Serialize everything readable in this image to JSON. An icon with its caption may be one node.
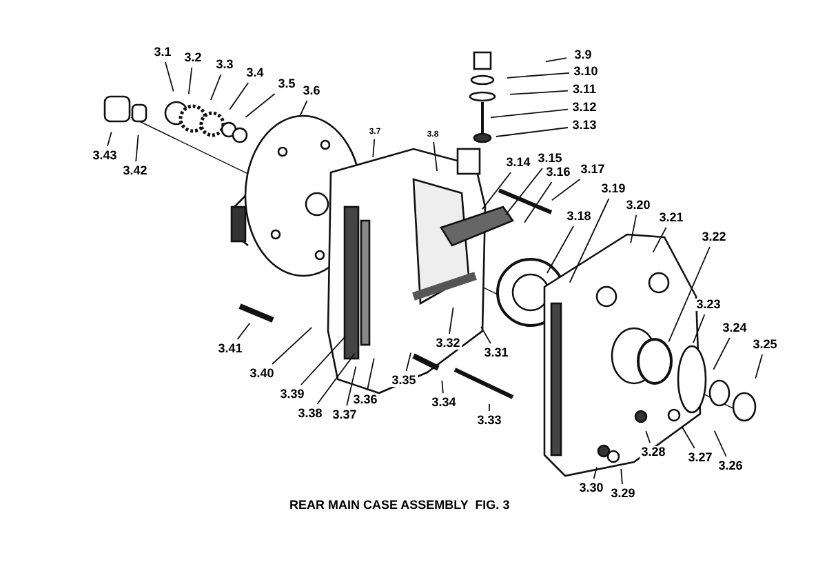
{
  "diagram": {
    "caption": "REAR MAIN CASE ASSEMBLY  FIG. 3",
    "nodes": [
      {
        "text": [
          "3.1"
        ]
      },
      {
        "text": [
          "3.2"
        ]
      },
      {
        "text": [
          "3.3"
        ]
      },
      {
        "text": [
          "3.4"
        ]
      },
      {
        "text": [
          "3.5"
        ]
      },
      {
        "text": [
          "3.6"
        ]
      },
      {
        "text": [
          "3.7"
        ]
      },
      {
        "text": [
          "3.8"
        ]
      },
      {
        "text": [
          "3.9"
        ]
      },
      {
        "text": [
          "3.10"
        ]
      },
      {
        "text": [
          "3.11"
        ]
      },
      {
        "text": [
          "3.12"
        ]
      },
      {
        "text": [
          "3.13"
        ]
      },
      {
        "text": [
          "3.14"
        ]
      },
      {
        "text": [
          "3.15"
        ]
      },
      {
        "text": [
          "3.16"
        ]
      },
      {
        "text": [
          "3.17"
        ]
      },
      {
        "text": [
          "3.18"
        ]
      },
      {
        "text": [
          "3.19"
        ]
      },
      {
        "text": [
          "3.20"
        ]
      },
      {
        "text": [
          "3.21"
        ]
      },
      {
        "text": [
          "3.22"
        ]
      },
      {
        "text": [
          "3.23"
        ]
      },
      {
        "text": [
          "3.24"
        ]
      },
      {
        "text": [
          "3.25"
        ]
      },
      {
        "text": [
          "3.26"
        ]
      },
      {
        "text": [
          "3.27"
        ]
      },
      {
        "text": [
          "3.28"
        ]
      },
      {
        "text": [
          "3.29"
        ]
      },
      {
        "text": [
          "3.30"
        ]
      },
      {
        "text": [
          "3.31"
        ]
      },
      {
        "text": [
          "3.32"
        ]
      },
      {
        "text": [
          "3.33"
        ]
      },
      {
        "text": [
          "3.34"
        ]
      },
      {
        "text": [
          "3.35"
        ]
      },
      {
        "text": [
          "3.36"
        ]
      },
      {
        "text": [
          "3.37"
        ]
      },
      {
        "text": [
          "3.38"
        ]
      },
      {
        "text": [
          "3.39"
        ]
      },
      {
        "text": [
          "3.40"
        ]
      },
      {
        "text": [
          "3.41"
        ]
      },
      {
        "text": [
          "3.42"
        ]
      },
      {
        "text": [
          "3.43"
        ]
      }
    ],
    "edges": [
      {
        "from": 0,
        "to": null,
        "arrow": "none"
      },
      {
        "from": 1,
        "to": null,
        "arrow": "none"
      },
      {
        "from": 2,
        "to": null,
        "arrow": "none"
      },
      {
        "from": 3,
        "to": null,
        "arrow": "none"
      },
      {
        "from": 4,
        "to": null,
        "arrow": "none"
      },
      {
        "from": 5,
        "to": null,
        "arrow": "none"
      },
      {
        "from": 6,
        "to": null,
        "arrow": "none"
      },
      {
        "from": 7,
        "to": null,
        "arrow": "none"
      },
      {
        "from": 8,
        "to": null,
        "arrow": "none"
      },
      {
        "from": 9,
        "to": null,
        "arrow": "none"
      },
      {
        "from": 10,
        "to": null,
        "arrow": "none"
      },
      {
        "from": 11,
        "to": null,
        "arrow": "none"
      },
      {
        "from": 12,
        "to": null,
        "arrow": "none"
      },
      {
        "from": 13,
        "to": null,
        "arrow": "none"
      },
      {
        "from": 14,
        "to": null,
        "arrow": "none"
      },
      {
        "from": 15,
        "to": null,
        "arrow": "none"
      },
      {
        "from": 16,
        "to": null,
        "arrow": "none"
      },
      {
        "from": 17,
        "to": null,
        "arrow": "none"
      },
      {
        "from": 18,
        "to": null,
        "arrow": "none"
      },
      {
        "from": 19,
        "to": null,
        "arrow": "none"
      },
      {
        "from": 20,
        "to": null,
        "arrow": "none"
      },
      {
        "from": 21,
        "to": null,
        "arrow": "none"
      },
      {
        "from": 22,
        "to": null,
        "arrow": "none"
      },
      {
        "from": 23,
        "to": null,
        "arrow": "none"
      },
      {
        "from": 24,
        "to": null,
        "arrow": "none"
      },
      {
        "from": 25,
        "to": null,
        "arrow": "none"
      },
      {
        "from": 26,
        "to": null,
        "arrow": "none"
      },
      {
        "from": 27,
        "to": null,
        "arrow": "none"
      },
      {
        "from": 28,
        "to": null,
        "arrow": "none"
      },
      {
        "from": 29,
        "to": null,
        "arrow": "none"
      },
      {
        "from": 30,
        "to": null,
        "arrow": "none"
      },
      {
        "from": 31,
        "to": null,
        "arrow": "none"
      },
      {
        "from": 32,
        "to": null,
        "arrow": "none"
      },
      {
        "from": 33,
        "to": null,
        "arrow": "none"
      },
      {
        "from": 34,
        "to": null,
        "arrow": "none"
      },
      {
        "from": 35,
        "to": null,
        "arrow": "none"
      },
      {
        "from": 36,
        "to": null,
        "arrow": "none"
      },
      {
        "from": 37,
        "to": null,
        "arrow": "none"
      },
      {
        "from": 38,
        "to": null,
        "arrow": "none"
      },
      {
        "from": 39,
        "to": null,
        "arrow": "none"
      },
      {
        "from": 40,
        "to": null,
        "arrow": "none"
      },
      {
        "from": 41,
        "to": null,
        "arrow": "none"
      },
      {
        "from": 42,
        "to": null,
        "arrow": "none"
      }
    ]
  }
}
